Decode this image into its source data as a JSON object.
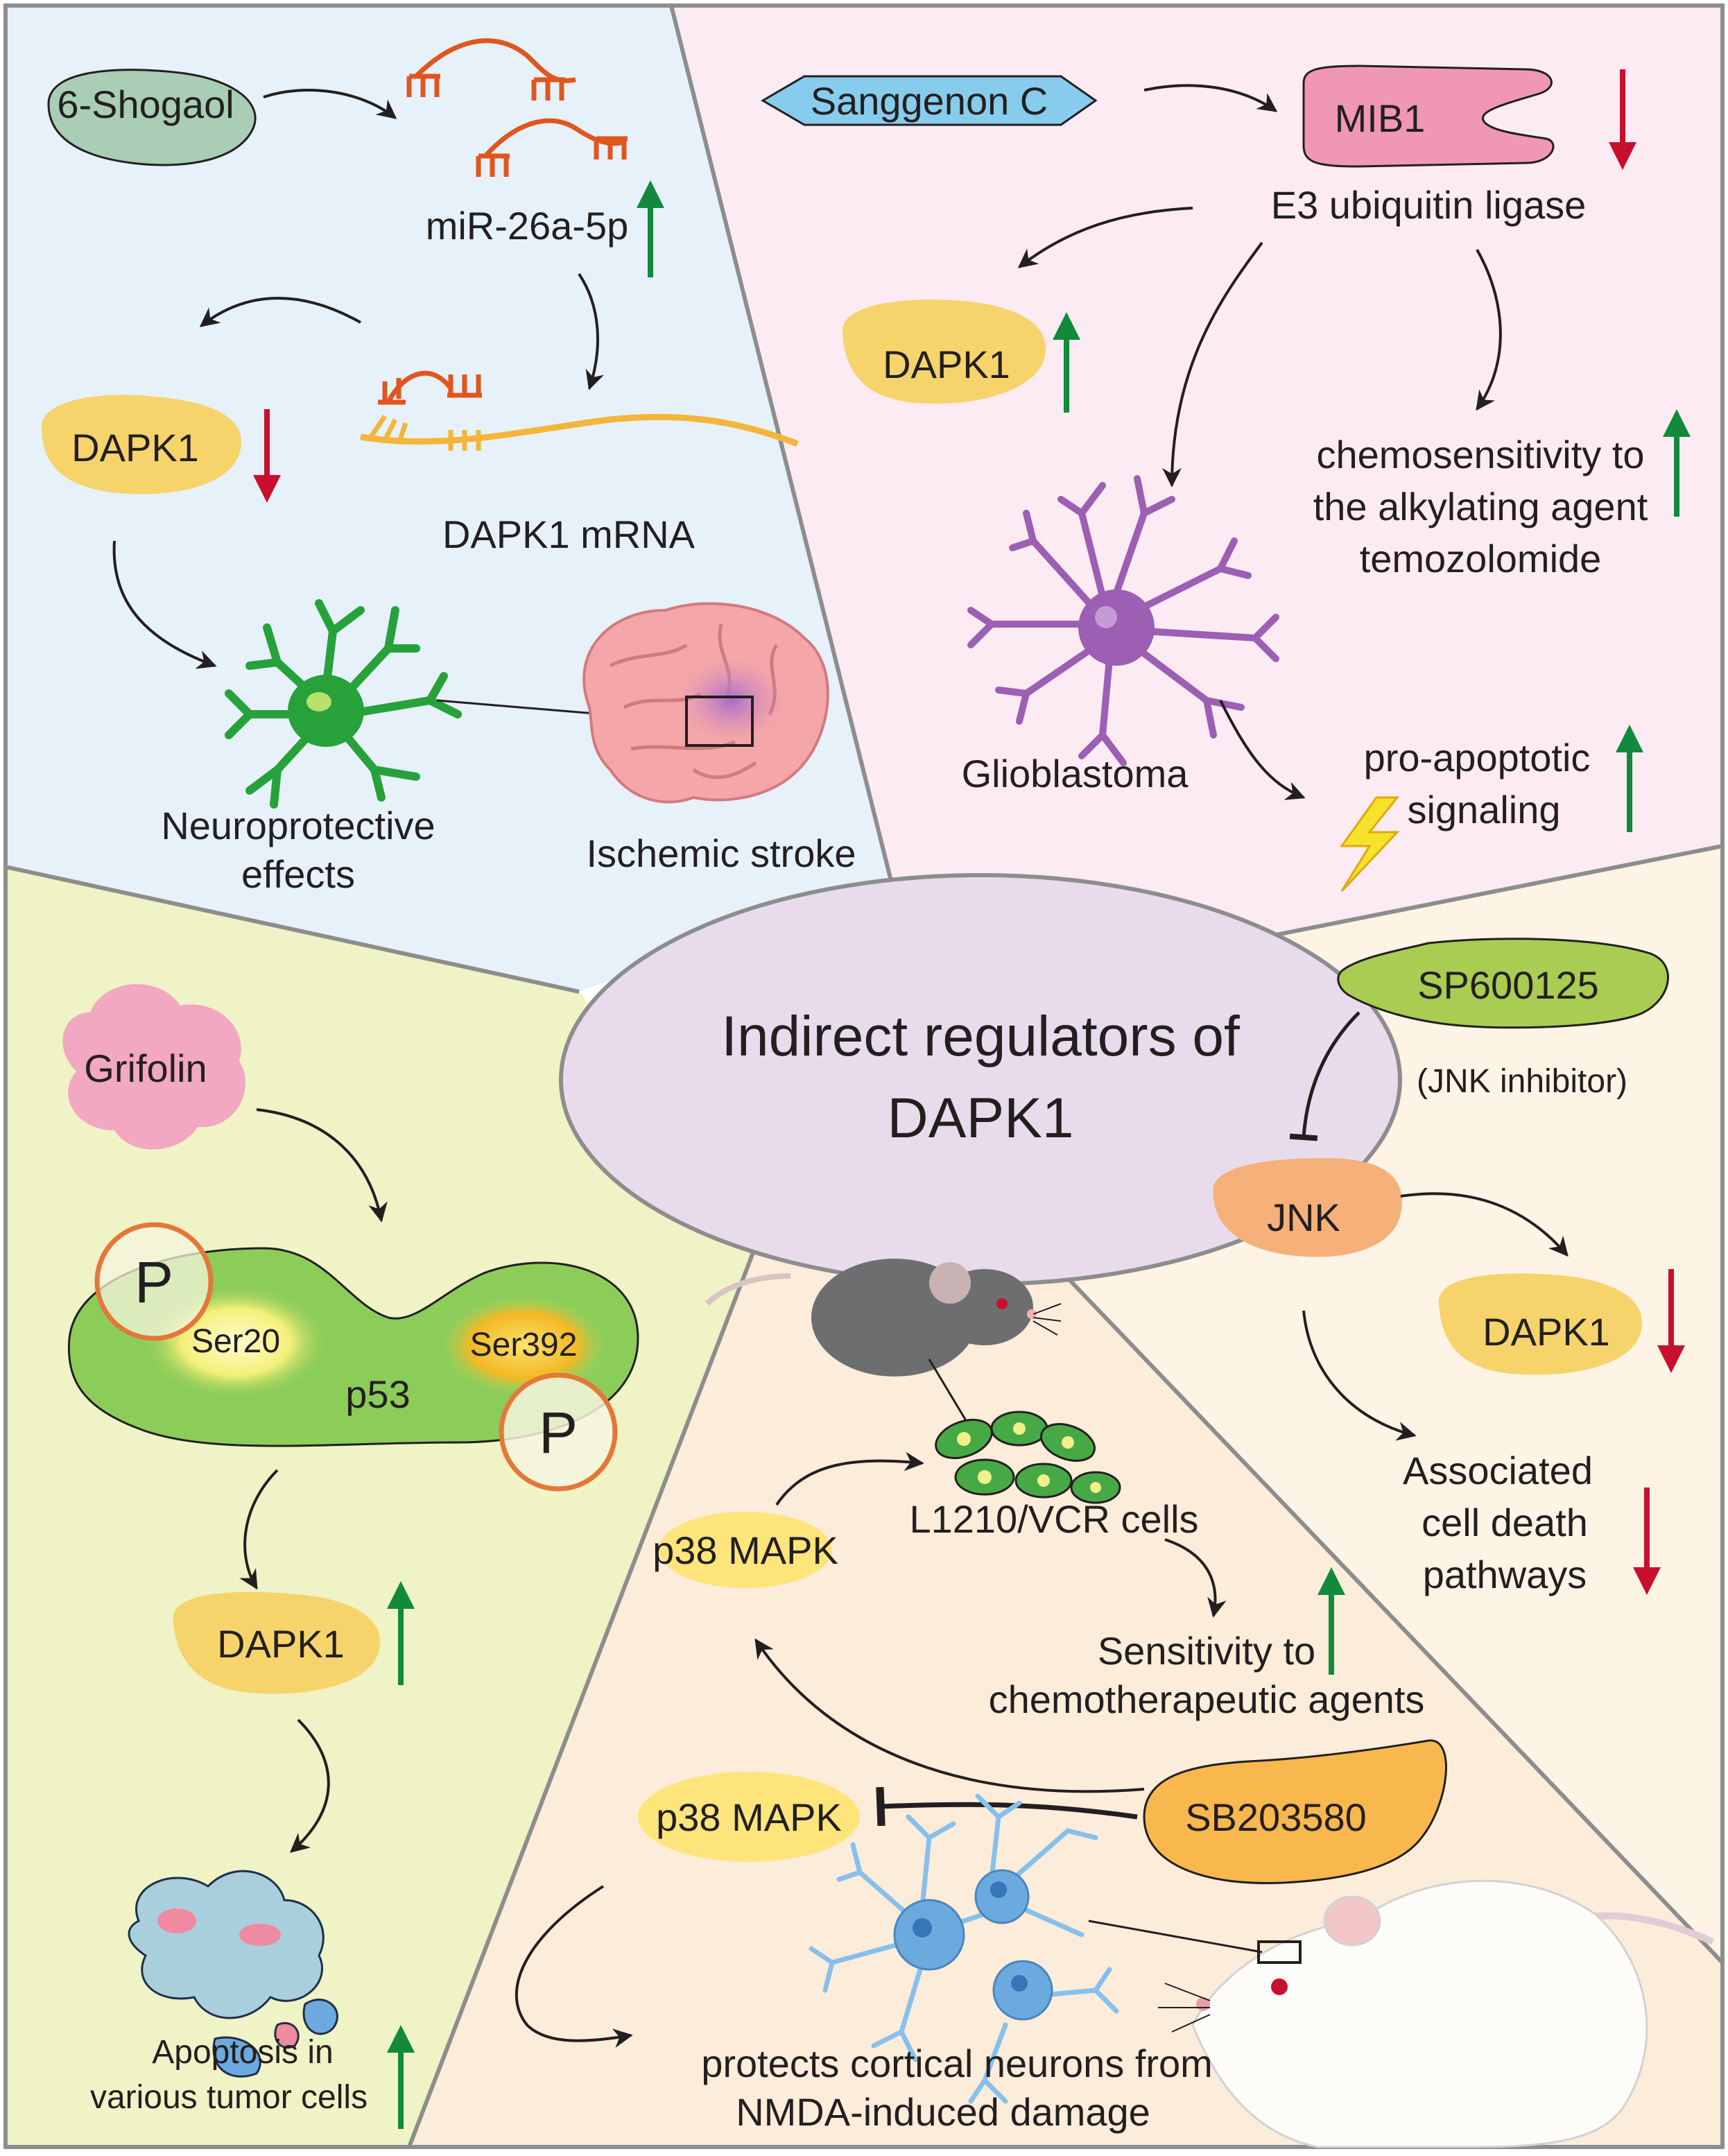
{
  "center": {
    "line1": "Indirect regulators of",
    "line2": "DAPK1"
  },
  "colors": {
    "q1_bg": "#e7f1fa",
    "q2_bg": "#fcebf2",
    "q3_bg": "#eff3c5",
    "q4_bg": "#fcecda",
    "q5_bg": "#fdf4e5",
    "center_fill": "#e8dcec",
    "border": "#8d8d8d",
    "up_arrow": "#118a3c",
    "down_arrow": "#c8102e",
    "dapk1_fill": "#f6d46b",
    "rna": "#e0561f",
    "neuron_green": "#27a13a",
    "glio_purple": "#9c5fb3",
    "brain_pink": "#f4a6a8",
    "astro_blue": "#6ca9de"
  },
  "panel1": {
    "compound": "6-Shogaol",
    "mirna": "miR-26a-5p",
    "mirna_trend": "up",
    "dapk1": "DAPK1",
    "dapk1_trend": "down",
    "mrna": "DAPK1 mRNA",
    "effect_line1": "Neuroprotective",
    "effect_line2": "effects",
    "disease": "Ischemic stroke",
    "icons": [
      "rna-strand-icon",
      "neuron-icon",
      "brain-icon"
    ]
  },
  "panel2": {
    "compound": "Sanggenon C",
    "target": "MIB1",
    "target_trend": "down",
    "target_desc": "E3 ubiquitin ligase",
    "dapk1": "DAPK1",
    "dapk1_trend": "up",
    "chemo_line1": "chemosensitivity to",
    "chemo_line2": "the alkylating agent",
    "chemo_line3": "temozolomide",
    "chemo_trend": "up",
    "cell": "Glioblastoma",
    "apop_line1": "pro-apoptotic",
    "apop_line2": "signaling",
    "apop_trend": "up",
    "icons": [
      "glioblastoma-cell-icon",
      "lightning-icon"
    ]
  },
  "panel3": {
    "compound": "Grifolin",
    "protein": "p53",
    "site1": "Ser20",
    "site2": "Ser392",
    "phospho": "P",
    "dapk1": "DAPK1",
    "dapk1_trend": "up",
    "result_line1": "Apoptosis in",
    "result_line2": "various tumor cells",
    "result_trend": "up",
    "icons": [
      "phosphate-icon",
      "apoptotic-cell-icon"
    ]
  },
  "panel4": {
    "kinase_top": "p38 MAPK",
    "cells": "L1210/VCR cells",
    "sens_line1": "Sensitivity to",
    "sens_line2": "chemotherapeutic agents",
    "sens_trend": "up",
    "inhibitor": "SB203580",
    "kinase_bottom": "p38 MAPK",
    "protect_line1": "protects cortical neurons from",
    "protect_line2": "NMDA-induced damage",
    "icons": [
      "mouse-icon",
      "cell-cluster-icon",
      "astrocyte-icon"
    ]
  },
  "panel5": {
    "inhibitor": "SP600125",
    "inhibitor_desc": "(JNK inhibitor)",
    "kinase": "JNK",
    "dapk1": "DAPK1",
    "dapk1_trend": "down",
    "death_line1": "Associated",
    "death_line2": "cell death",
    "death_line3": "pathways",
    "death_trend": "down"
  }
}
